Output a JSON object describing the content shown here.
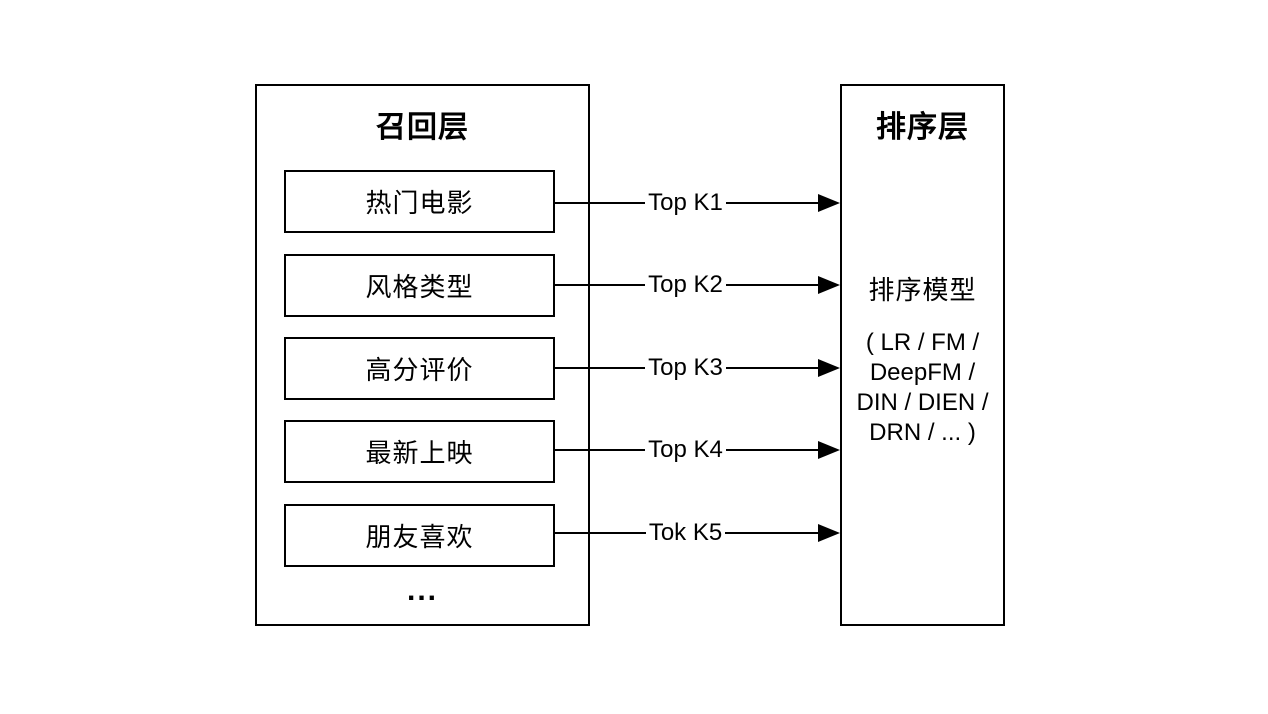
{
  "diagram": {
    "background_color": "#ffffff",
    "stroke_color": "#000000"
  },
  "recall_layer": {
    "title": "召回层",
    "items": [
      {
        "label": "热门电影"
      },
      {
        "label": "风格类型"
      },
      {
        "label": "高分评价"
      },
      {
        "label": "最新上映"
      },
      {
        "label": "朋友喜欢"
      }
    ],
    "ellipsis": "..."
  },
  "ranking_layer": {
    "title": "排序层",
    "model_label": "排序模型",
    "model_list": "( LR / FM /\nDeepFM /\nDIN / DIEN /\nDRN / ... )"
  },
  "arrows": [
    {
      "label": "Top K1"
    },
    {
      "label": "Top K2"
    },
    {
      "label": "Top K3"
    },
    {
      "label": "Top K4"
    },
    {
      "label": "Tok K5"
    }
  ]
}
